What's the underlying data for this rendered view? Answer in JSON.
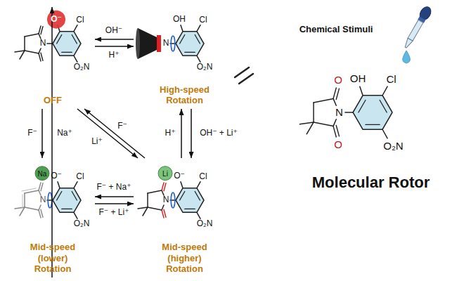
{
  "diagram": {
    "nodes": [
      {
        "text": [
          "OFF"
        ]
      },
      {
        "text": [
          "High-speed Rotation"
        ]
      },
      {
        "text": [
          "Mid-speed (lower) Rotation"
        ]
      },
      {
        "text": [
          "Mid-speed (higher) Rotation"
        ]
      },
      {
        "text": [
          "Molecular Rotor"
        ]
      }
    ],
    "edges": [
      {
        "from": 1,
        "to": 0,
        "label": "OH⁻",
        "arrow": "to"
      },
      {
        "from": 0,
        "to": 1,
        "label": "H⁺",
        "arrow": "to"
      },
      {
        "from": 0,
        "to": 2,
        "label": "F⁻",
        "arrow": "to"
      },
      {
        "from": 2,
        "to": 0,
        "label": "Na⁺",
        "arrow": "to"
      },
      {
        "from": 0,
        "to": 3,
        "label": "Li⁺",
        "arrow": "to"
      },
      {
        "from": 3,
        "to": 0,
        "label": "F⁻",
        "arrow": "to"
      },
      {
        "from": 1,
        "to": 3,
        "label": "OH⁻ + Li⁺",
        "arrow": "to"
      },
      {
        "from": 3,
        "to": 1,
        "label": "H⁺",
        "arrow": "to"
      },
      {
        "from": 3,
        "to": 2,
        "label": "F⁻ + Na⁺",
        "arrow": "to"
      },
      {
        "from": 2,
        "to": 3,
        "label": "F⁻ + Li⁺",
        "arrow": "to"
      }
    ],
    "labels": [
      "Chemical Stimuli",
      "O⁻",
      "N",
      "Cl",
      "O₂N",
      "OH",
      "N",
      "Cl",
      "O₂N",
      "O⁻",
      "Na",
      "N",
      "Cl",
      "O₂N",
      "O⁻",
      "Li",
      "N",
      "Cl",
      "O₂N",
      "OH",
      "N",
      "O",
      "O",
      "Cl",
      "O₂N"
    ]
  }
}
